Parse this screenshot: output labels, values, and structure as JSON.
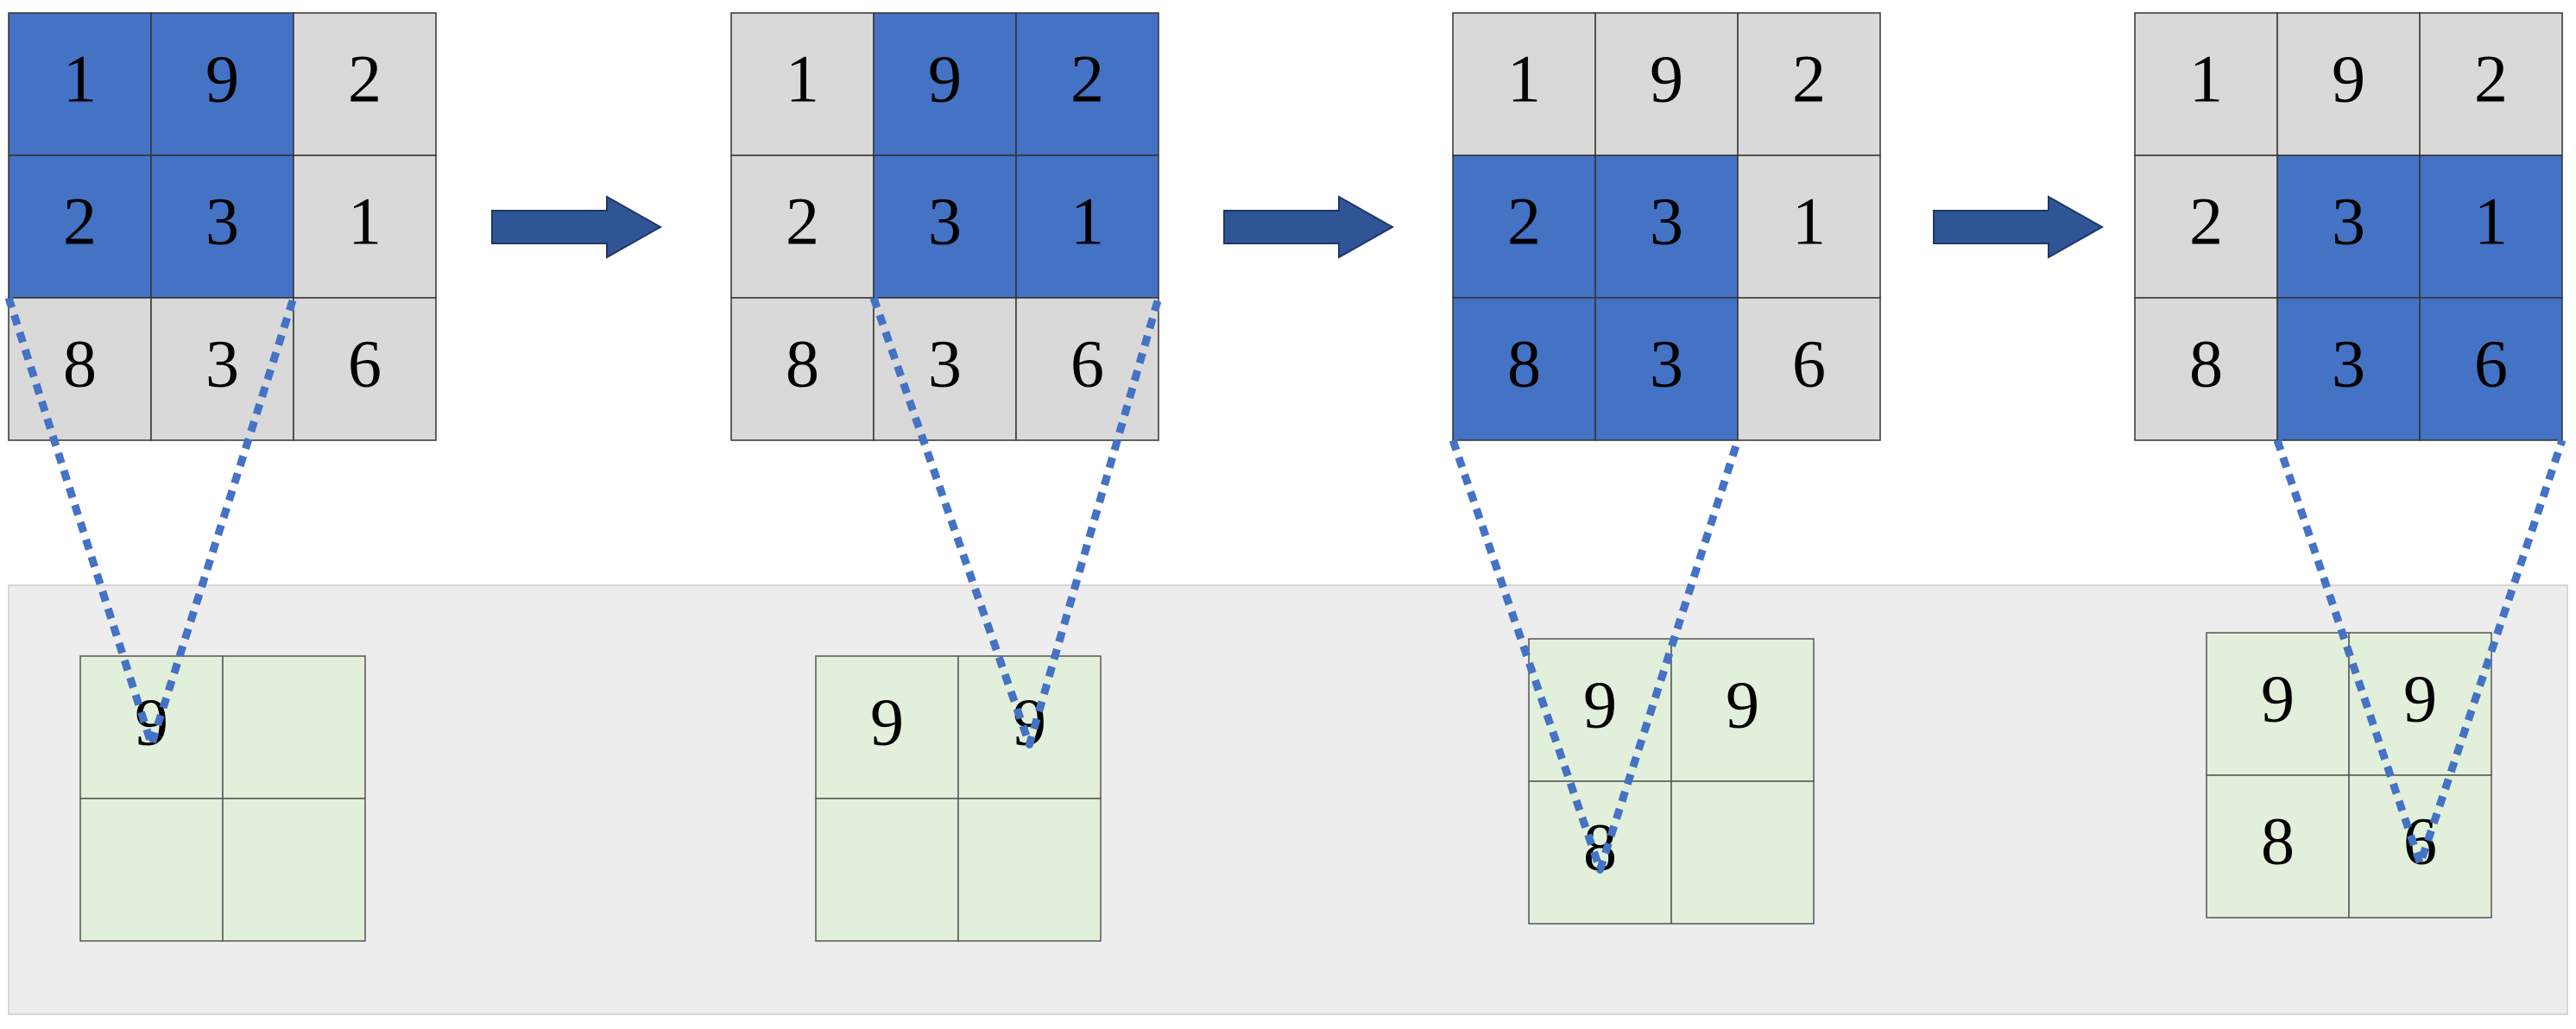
{
  "colors": {
    "window_fill": "#4472C4",
    "cell_fill": "#D9D9D9",
    "grid_line": "#333333",
    "output_fill": "#E2EFDA",
    "output_border": "#555555",
    "arrow_fill": "#2F5597",
    "arrow_stroke": "#1F3864",
    "dotted_line": "#4472C4",
    "band_fill": "#EDEDED",
    "band_border": "#D6D6D6"
  },
  "steps": [
    {
      "input": [
        [
          "1",
          "9",
          "2"
        ],
        [
          "2",
          "3",
          "1"
        ],
        [
          "8",
          "3",
          "6"
        ]
      ],
      "window": {
        "row": 0,
        "col": 0
      },
      "output": [
        [
          "9",
          ""
        ],
        [
          "",
          ""
        ]
      ]
    },
    {
      "input": [
        [
          "1",
          "9",
          "2"
        ],
        [
          "2",
          "3",
          "1"
        ],
        [
          "8",
          "3",
          "6"
        ]
      ],
      "window": {
        "row": 0,
        "col": 1
      },
      "output": [
        [
          "9",
          "9"
        ],
        [
          "",
          ""
        ]
      ]
    },
    {
      "input": [
        [
          "1",
          "9",
          "2"
        ],
        [
          "2",
          "3",
          "1"
        ],
        [
          "8",
          "3",
          "6"
        ]
      ],
      "window": {
        "row": 1,
        "col": 0
      },
      "output": [
        [
          "9",
          "9"
        ],
        [
          "8",
          ""
        ]
      ]
    },
    {
      "input": [
        [
          "1",
          "9",
          "2"
        ],
        [
          "2",
          "3",
          "1"
        ],
        [
          "8",
          "3",
          "6"
        ]
      ],
      "window": {
        "row": 1,
        "col": 1
      },
      "output": [
        [
          "9",
          "9"
        ],
        [
          "8",
          "6"
        ]
      ]
    }
  ]
}
